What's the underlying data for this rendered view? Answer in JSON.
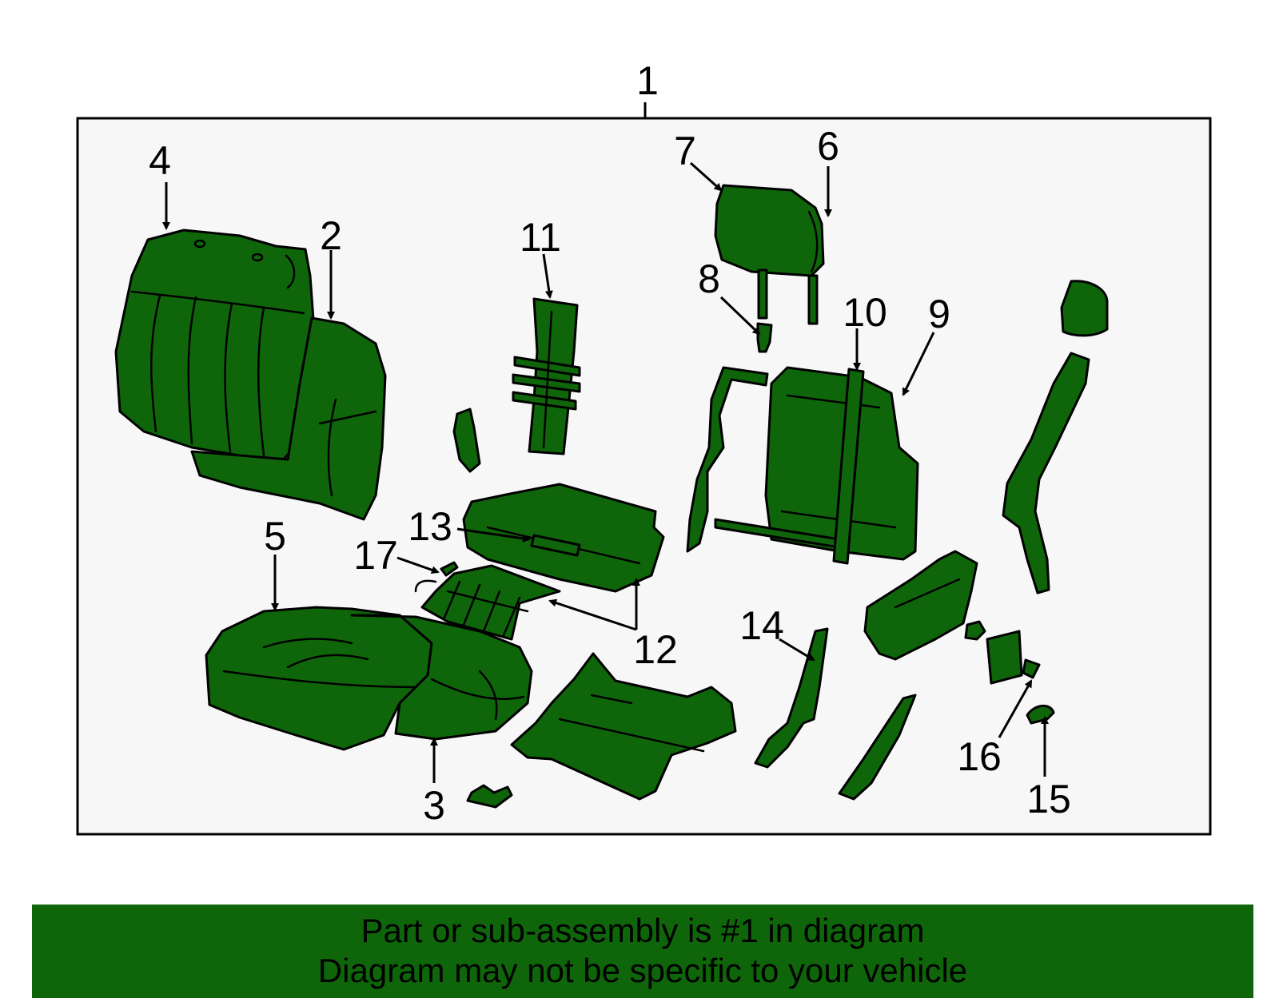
{
  "labels": {
    "l1": "1",
    "l2": "2",
    "l3": "3",
    "l4": "4",
    "l5": "5",
    "l6": "6",
    "l7": "7",
    "l8": "8",
    "l9": "9",
    "l10": "10",
    "l11": "11",
    "l12": "12",
    "l13": "13",
    "l14": "14",
    "l15": "15",
    "l16": "16",
    "l17": "17"
  },
  "banner": {
    "line1": "Part or sub-assembly is #1 in diagram",
    "line2": "Diagram may not be specific to your vehicle"
  },
  "colors": {
    "part_fill": "#0f660a",
    "banner_bg": "#0f660a",
    "panel_bg": "#f7f7f7"
  }
}
